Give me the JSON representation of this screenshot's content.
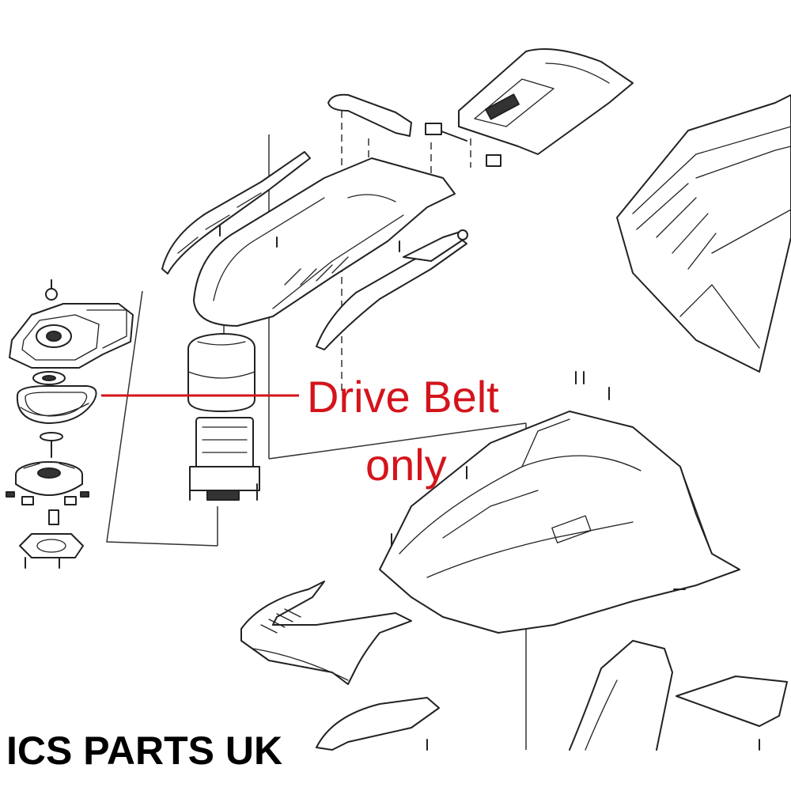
{
  "callout": {
    "lines": [
      "Drive Belt",
      "only"
    ],
    "color": "#d4141c"
  },
  "watermark": {
    "text": "ICS PARTS UK",
    "color": "#000000"
  }
}
